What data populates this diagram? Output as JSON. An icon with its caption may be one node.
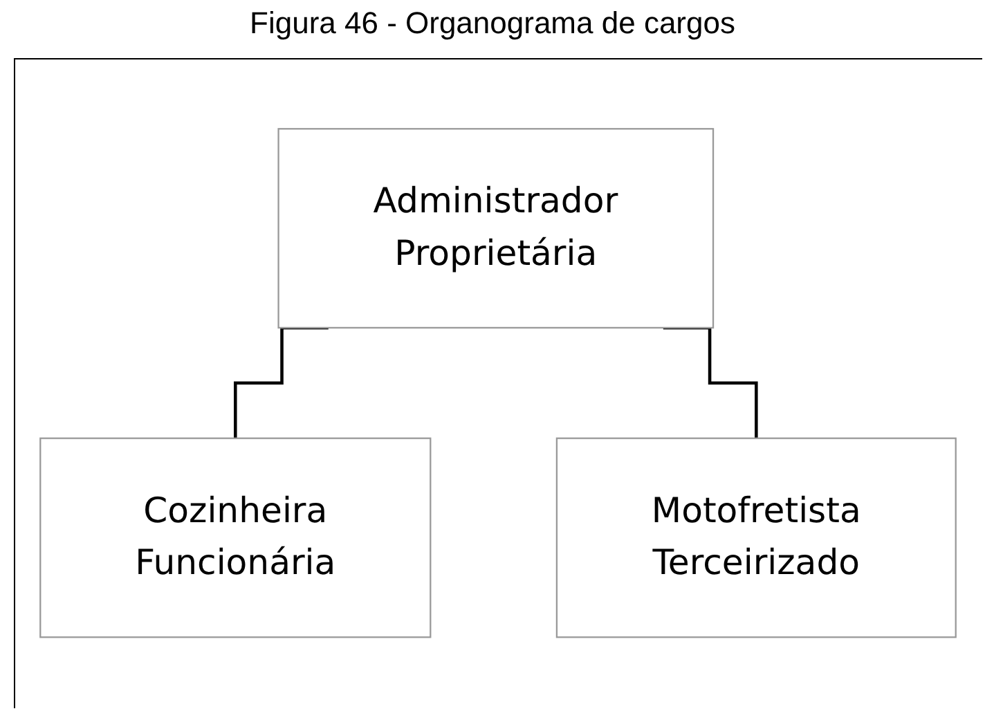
{
  "diagram": {
    "title": "Figura 46 - Organograma de cargos",
    "nodes": [
      {
        "text": [
          "Administrador",
          "Proprietária"
        ]
      },
      {
        "text": [
          "Cozinheira",
          "Funcionária"
        ]
      },
      {
        "text": [
          "Motofretista",
          "Terceirizado"
        ]
      }
    ],
    "edges": [
      {
        "from": 0,
        "to": 1,
        "arrow": "none"
      },
      {
        "from": 0,
        "to": 2,
        "arrow": "none"
      }
    ]
  }
}
